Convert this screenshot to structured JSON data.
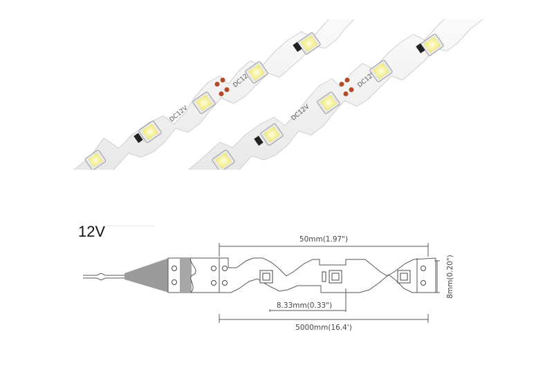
{
  "voltage_label": "12V",
  "photo": {
    "strip_marking": "DC12V",
    "polarity_plus": "+",
    "polarity_minus": "-"
  },
  "drawing": {
    "pitch_label": "50mm(1.97\")",
    "width_label": "8mm(0.20\")",
    "cut_unit_label": "8.33mm(0.33\")",
    "length_label": "5000mm(16.4')"
  },
  "colors": {
    "pcb_white": "#f2f2f2",
    "pcb_edge": "#d6d6d6",
    "led_yellow": "#f3ef8c",
    "connector_grey": "#9b9b9b",
    "line_dark": "#444444",
    "pad_red": "#b34a2a"
  }
}
